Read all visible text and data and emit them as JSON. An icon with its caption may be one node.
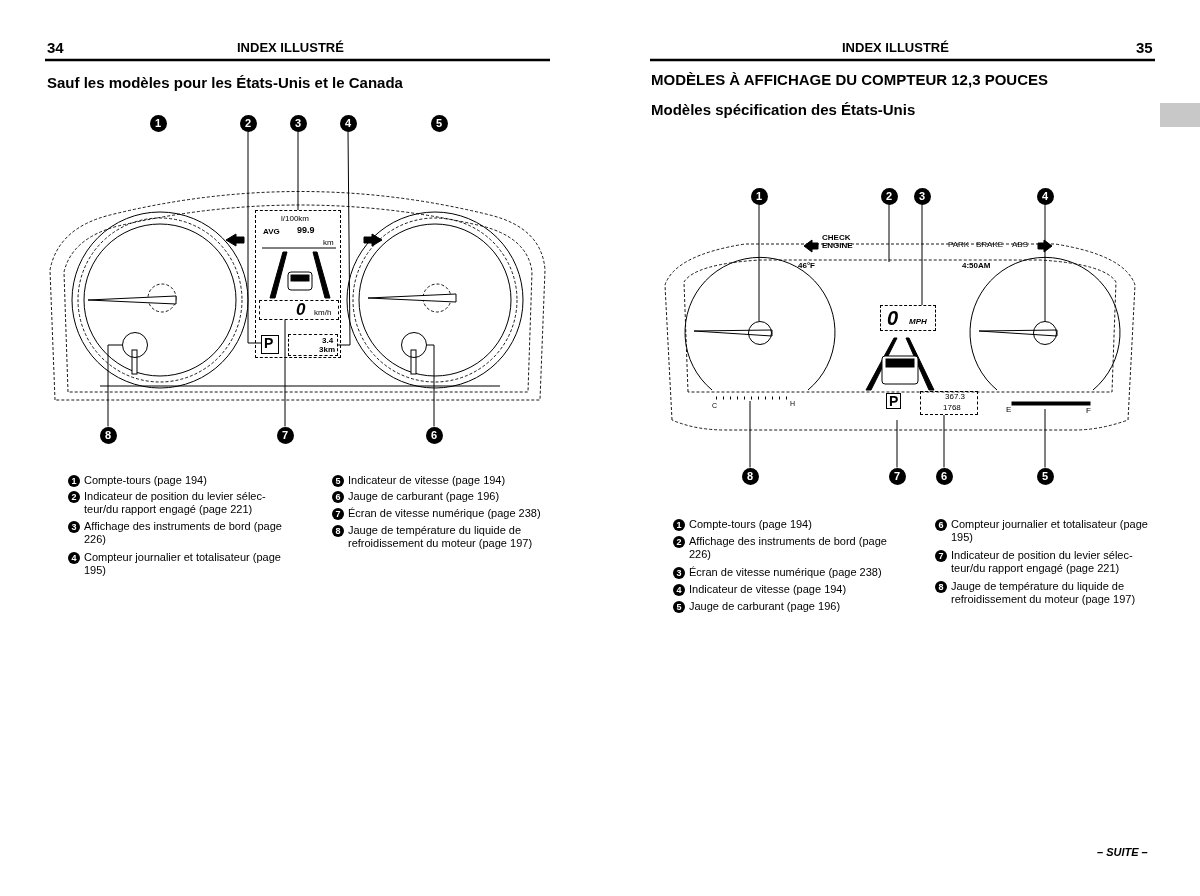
{
  "diagram": {
    "nodes": [
      {
        "text": [
          "1"
        ]
      },
      {
        "text": [
          "2"
        ]
      },
      {
        "text": [
          "3"
        ]
      },
      {
        "text": [
          "4"
        ]
      },
      {
        "text": [
          "5"
        ]
      },
      {
        "text": [
          "6"
        ]
      },
      {
        "text": [
          "7"
        ]
      },
      {
        "text": [
          "8"
        ]
      },
      {
        "text": [
          "1"
        ]
      },
      {
        "text": [
          "2"
        ]
      },
      {
        "text": [
          "3"
        ]
      },
      {
        "text": [
          "4"
        ]
      },
      {
        "text": [
          "5"
        ]
      },
      {
        "text": [
          "6"
        ]
      },
      {
        "text": [
          "7"
        ]
      },
      {
        "text": [
          "8"
        ]
      },
      {
        "text": [
          "l/100km",
          "AVG",
          "99.9",
          "km"
        ]
      },
      {
        "text": [
          "0",
          "km/h"
        ],
        "in": 16
      },
      {
        "text": [
          "3.4",
          "3km"
        ],
        "in": 16
      },
      {
        "text": [],
        "shape": "circle"
      },
      {
        "text": [],
        "shape": "circle"
      },
      {
        "text": [],
        "shape": "circle"
      },
      {
        "text": [
          "0",
          "MPH"
        ]
      },
      {
        "text": [],
        "shape": "circle"
      },
      {
        "text": [
          "367.3",
          "1768"
        ]
      },
      {
        "text": [
          "P"
        ],
        "in": 16
      }
    ],
    "edges": [
      {
        "from": 1,
        "to": 25,
        "arrow": "none"
      },
      {
        "from": 2,
        "to": 16,
        "arrow": "none"
      },
      {
        "from": 3,
        "to": 18,
        "arrow": "none"
      },
      {
        "from": 5,
        "to": 20,
        "arrow": "none"
      },
      {
        "from": 6,
        "to": 17,
        "arrow": "none"
      },
      {
        "from": 7,
        "to": 19,
        "arrow": "none"
      },
      {
        "from": 8,
        "to": 21,
        "arrow": "none"
      },
      {
        "from": 9,
        "to": null,
        "arrow": "none"
      },
      {
        "from": 10,
        "to": 22,
        "arrow": "none"
      },
      {
        "from": 11,
        "to": 23,
        "arrow": "none"
      },
      {
        "from": 12,
        "to": null,
        "arrow": "none"
      },
      {
        "from": 13,
        "to": 24,
        "arrow": "none"
      },
      {
        "from": 14,
        "to": null,
        "arrow": "none"
      },
      {
        "from": 15,
        "to": null,
        "arrow": "none"
      }
    ],
    "labels": [
      "34",
      "INDEX ILLUSTRÉ",
      "Sauf les modèles pour les États-Unis et le Canada",
      "1",
      "Compte-tours (page 194)",
      "2",
      "Indicateur de position du levier sélec- teur/du rapport engagé (page 221)",
      "3",
      "Affichage des instruments de bord (page 226)",
      "4",
      "Compteur journalier et totalisateur (page 195)",
      "5",
      "Indicateur de vitesse (page 194)",
      "6",
      "Jauge de carburant (page 196)",
      "7",
      "Écran de vitesse numérique (page 238)",
      "8",
      "Jauge de température du liquide de refroidissement du moteur (page 197)",
      "INDEX ILLUSTRÉ",
      "35",
      "MODÈLES À AFFICHAGE DU COMPTEUR 12,3 POUCES",
      "Modèles spécification des États-Unis",
      "CHECK ENGINE",
      "PARK",
      "BRAKE",
      "ABS",
      "46°F",
      "4:50AM",
      "C",
      "H",
      "P",
      "E",
      "F",
      "1",
      "Compte-tours (page 194)",
      "2",
      "Affichage des instruments de bord (page 226)",
      "3",
      "Écran de vitesse numérique (page 238)",
      "4",
      "Indicateur de vitesse (page 194)",
      "5",
      "Jauge de carburant (page 196)",
      "6",
      "Compteur journalier et totalisateur (page 195)",
      "7",
      "Indicateur de position du levier sélec- teur/du rapport engagé (page 221)",
      "8",
      "Jauge de température du liquide de refroidissement du moteur (page 197)",
      "– SUITE –"
    ]
  }
}
